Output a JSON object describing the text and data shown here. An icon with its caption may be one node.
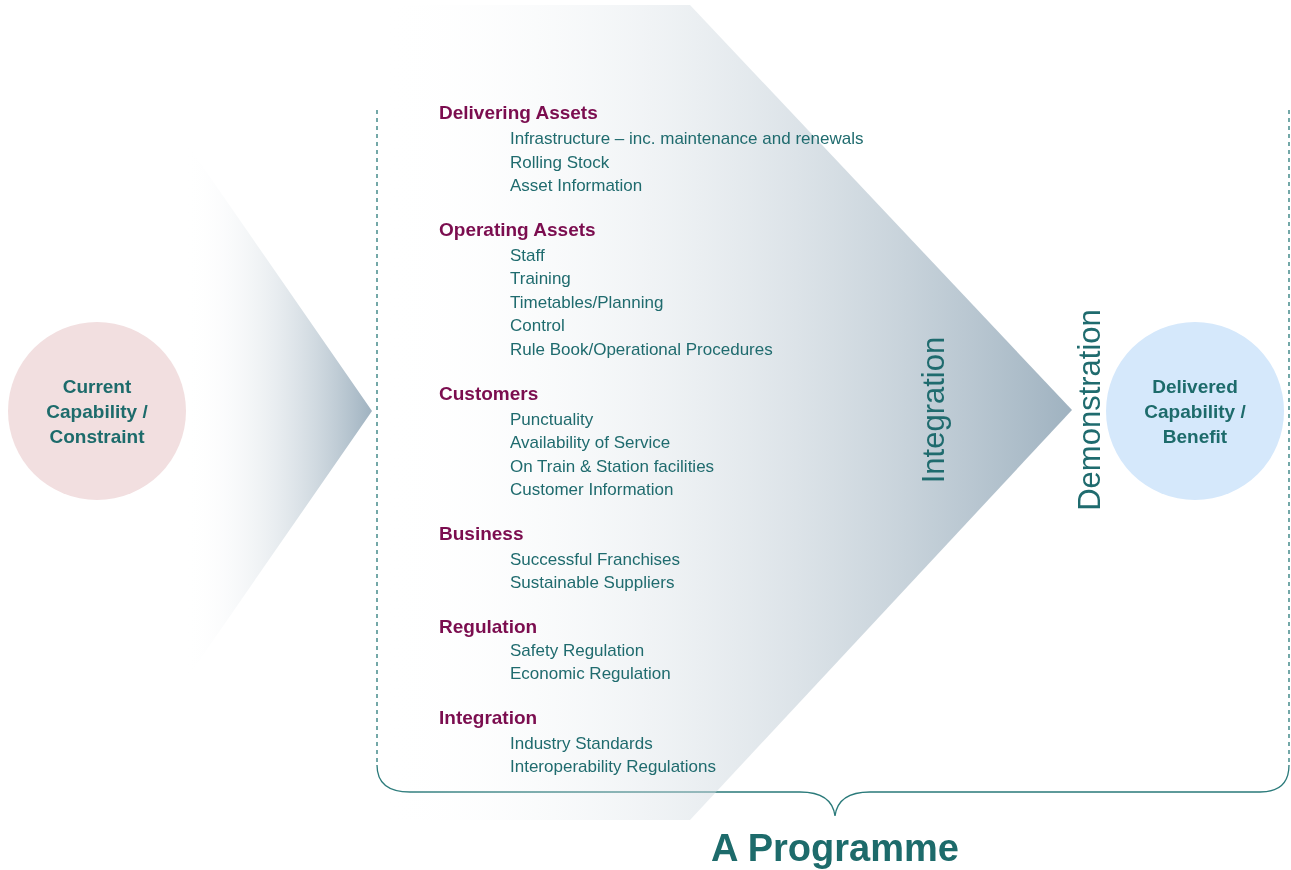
{
  "diagram": {
    "nodes": [
      {
        "text": [
          "Current Capability / Constraint"
        ]
      },
      {
        "text": [
          "Integration"
        ]
      },
      {
        "text": [
          "Delivered Capability / Benefit"
        ]
      }
    ],
    "edges": [
      {
        "from": 0,
        "to": 1,
        "arrow": "to"
      }
    ],
    "labels": [
      "Delivering Assets",
      "Infrastructure – inc. maintenance and renewals",
      "Rolling Stock",
      "Asset Information",
      "Operating Assets",
      "Staff",
      "Training",
      "Timetables/Planning",
      "Control",
      "Rule Book/Operational Procedures",
      "Customers",
      "Punctuality",
      "Availability of Service",
      "On Train & Station facilities",
      "Customer Information",
      "Business",
      "Successful Franchises",
      "Sustainable Suppliers",
      "Regulation",
      "Safety Regulation",
      "Economic Regulation",
      "Integration",
      "Industry Standards",
      "Interoperability Regulations",
      "Demonstration",
      "A Programme"
    ]
  }
}
